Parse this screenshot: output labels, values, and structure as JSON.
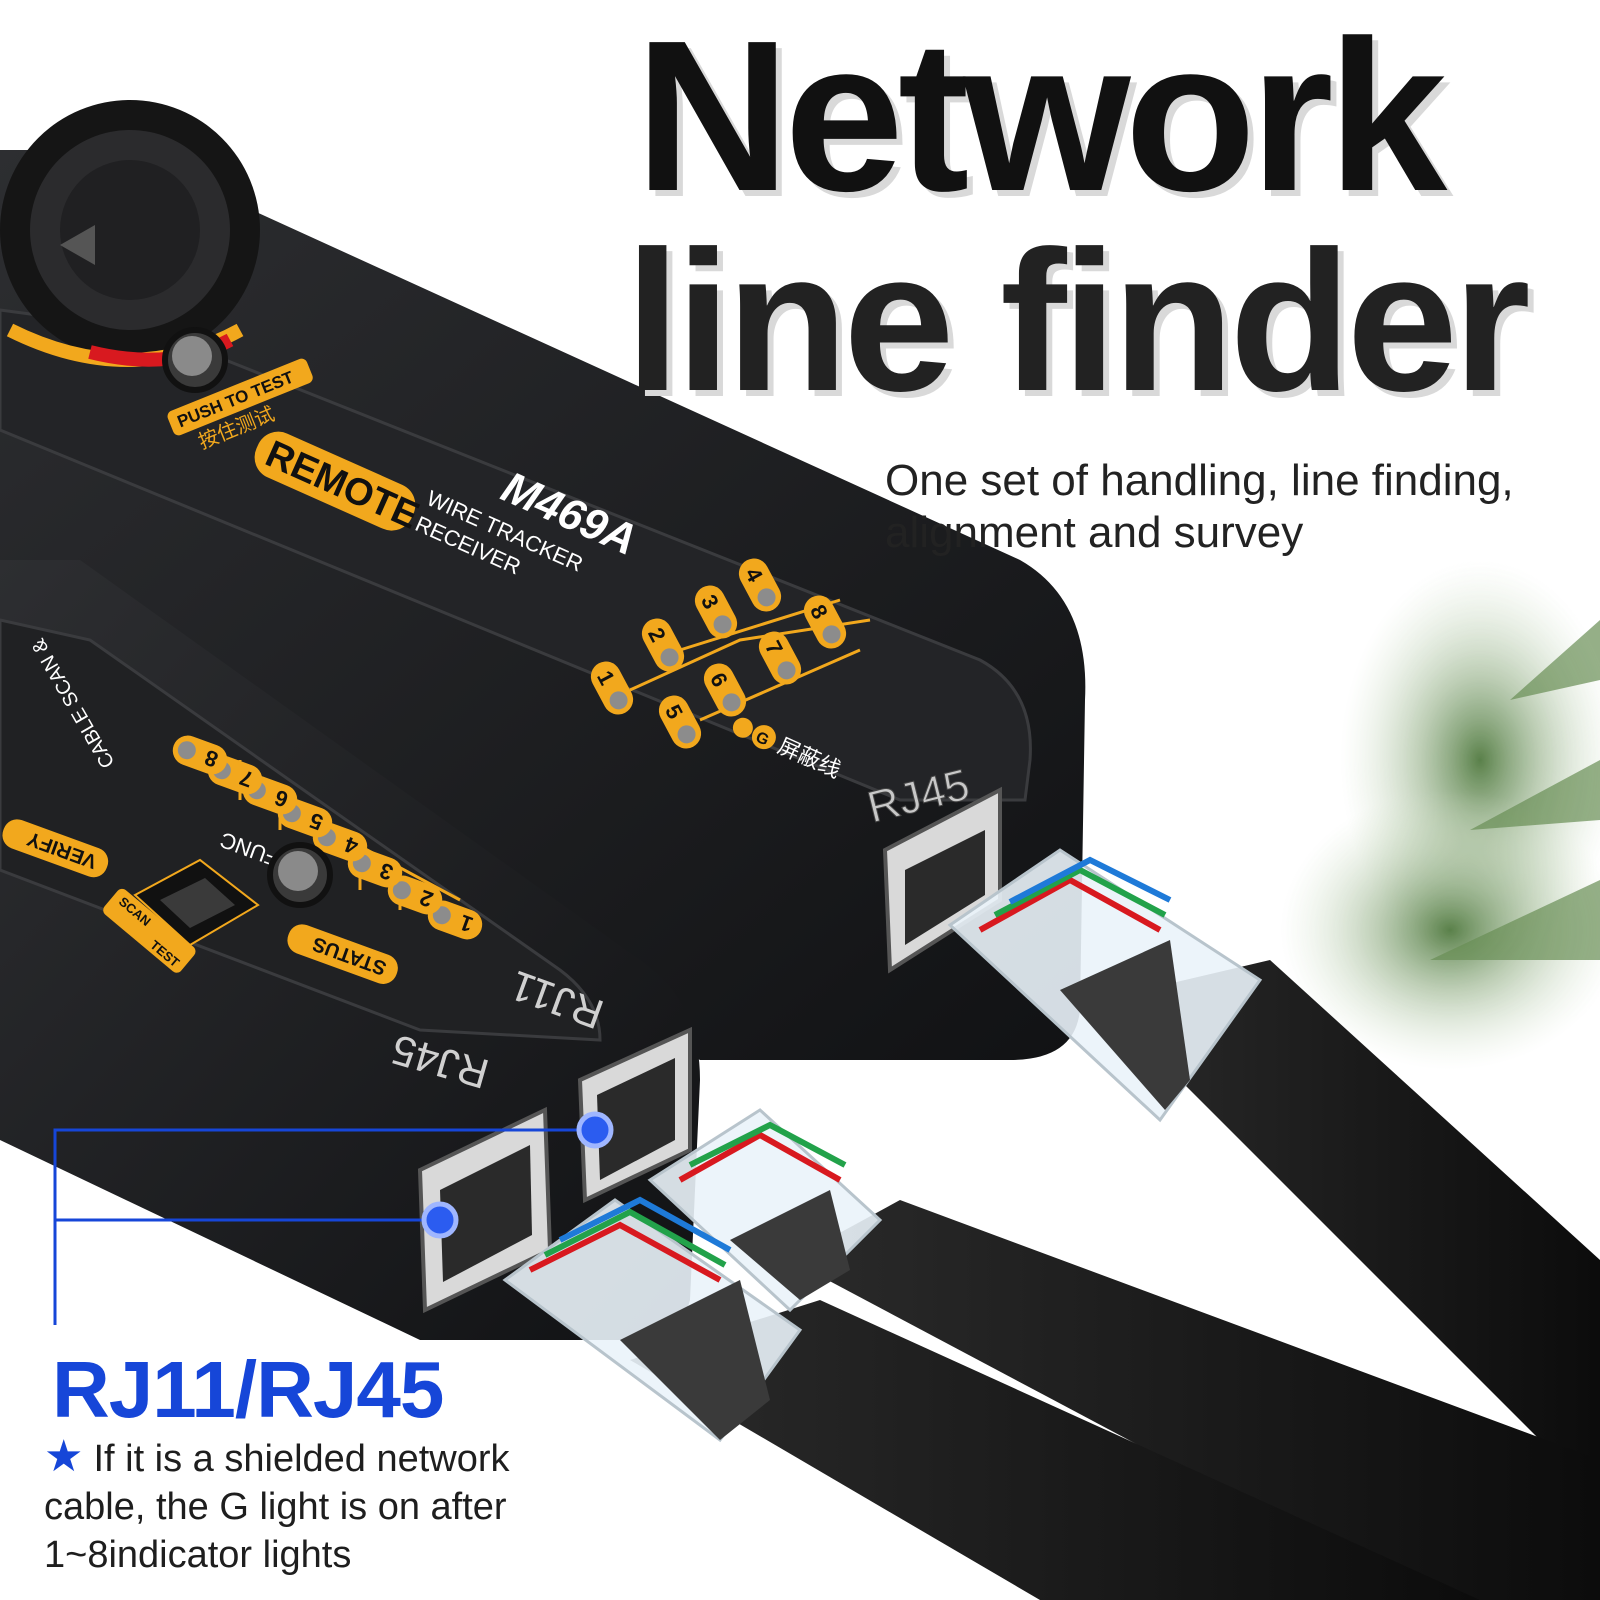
{
  "headline": {
    "line1": "Network",
    "line2": "line finder"
  },
  "tagline": "One set of handling, line finding, alignment and survey",
  "receiver": {
    "model": "M469A",
    "badge": "REMOTE",
    "subtitle_1": "WIRE TRACKER",
    "subtitle_2": "RECEIVER",
    "push_label": "PUSH TO TEST",
    "push_label_cn": "按住测试",
    "shield_label": "屏蔽线",
    "port_label": "RJ45",
    "pins": [
      "1",
      "2",
      "3",
      "4",
      "5",
      "6",
      "7",
      "8"
    ]
  },
  "transmitter": {
    "cable_scan": "CABLE SCAN &",
    "verify": "VERIFY",
    "status": "STATUS",
    "func": "FUNC",
    "scan": "SCAN",
    "test": "TEST",
    "port_rj11": "RJ11",
    "port_rj45": "RJ45",
    "pins": [
      "1",
      "2",
      "3",
      "4",
      "5",
      "6",
      "7",
      "8"
    ]
  },
  "callout": {
    "heading": "RJ11/RJ45",
    "note": "If it is a shielded network cable, the G light is on after 1~8indicator lights"
  },
  "colors": {
    "accent_blue": "#1646d8",
    "label_orange": "#f2a81d",
    "device_body": "#1b1c1e"
  }
}
